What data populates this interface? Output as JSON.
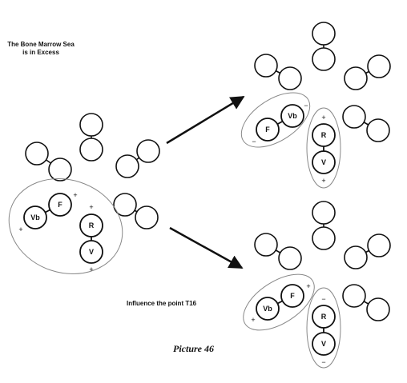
{
  "headline": {
    "line1": "The Bone Marrow Sea",
    "line2": "is in Excess"
  },
  "influence_label": "Influence the point T16",
  "picture_label": "Picture 46",
  "colors": {
    "ink": "#111111",
    "outline": "#888888",
    "background": "#ffffff"
  },
  "clusters": {
    "left": {
      "labels": [
        "Vb",
        "F",
        "R",
        "V"
      ],
      "signs": [
        "+",
        "+",
        "+",
        "+"
      ]
    },
    "top_right": {
      "labels": [
        "F",
        "Vb",
        "R",
        "V"
      ],
      "signs": [
        "−",
        "−",
        "+",
        "+"
      ]
    },
    "bottom_right": {
      "labels": [
        "Vb",
        "F",
        "R",
        "V"
      ],
      "signs": [
        "+",
        "+",
        "−",
        "−"
      ]
    }
  }
}
